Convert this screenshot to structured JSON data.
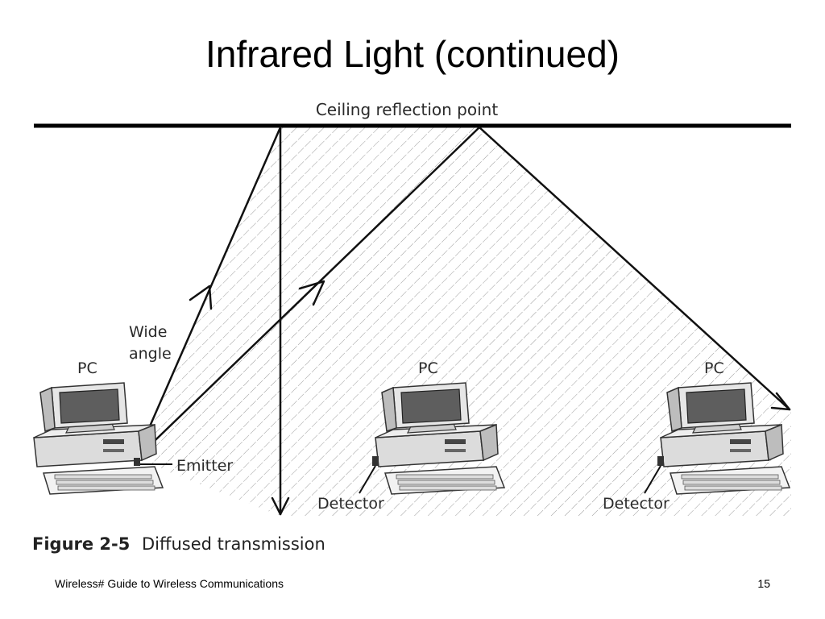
{
  "slide": {
    "title": "Infrared Light (continued)"
  },
  "diagram": {
    "ceiling_label": "Ceiling reflection point",
    "wide_angle_line1": "Wide",
    "wide_angle_line2": "angle",
    "emitter_label": "Emitter",
    "pcs": [
      {
        "label": "PC"
      },
      {
        "label": "PC",
        "detector_label": "Detector"
      },
      {
        "label": "PC",
        "detector_label": "Detector"
      }
    ],
    "figure_number": "Figure 2-5",
    "figure_caption": "Diffused transmission"
  },
  "footer": {
    "course": "Wireless# Guide to Wireless Communications",
    "page_number": "15"
  }
}
